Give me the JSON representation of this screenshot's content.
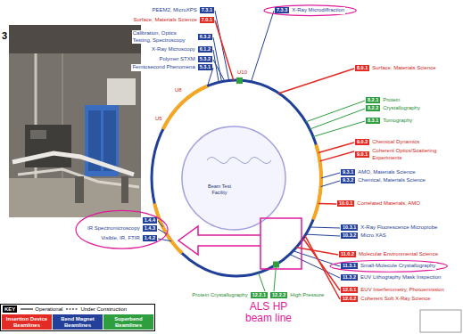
{
  "diagram": {
    "nodes": [
      {
        "text": [
          "PEEM2, MicroXPS",
          "7.3.1"
        ]
      },
      {
        "text": [
          "Surface, Materials Science",
          "7.0.1"
        ]
      },
      {
        "text": [
          "7.3.3",
          "X-Ray Microdiffraction"
        ]
      },
      {
        "text": [
          "Calibration, Optics Testing, Spectroscopy",
          "6.3.2"
        ]
      },
      {
        "text": [
          "X-Ray Microscopy",
          "6.1.2"
        ]
      },
      {
        "text": [
          "Polymer STXM",
          "5.3.2"
        ]
      },
      {
        "text": [
          "Femtosecond Phenomena",
          "5.3.1"
        ]
      },
      {
        "text": [
          "8.0.1",
          "Surface, Materials Science"
        ]
      },
      {
        "text": [
          "8.2.1",
          "Protein"
        ]
      },
      {
        "text": [
          "8.2.2",
          "Crystallography"
        ]
      },
      {
        "text": [
          "8.3.1",
          "Tomography"
        ]
      },
      {
        "text": [
          "9.0.2",
          "Chemical Dynamics"
        ]
      },
      {
        "text": [
          "9.0.1",
          "Coherent Optics/Scattering Experiments"
        ]
      },
      {
        "text": [
          "9.3.1",
          "AMO, Materials Science"
        ]
      },
      {
        "text": [
          "9.3.2",
          "Chemical, Materials Science"
        ]
      },
      {
        "text": [
          "10.0.1",
          "Correlated Materials, AMO"
        ]
      },
      {
        "text": [
          "10.3.1",
          "X-Ray Fluorescence Microprobe"
        ]
      },
      {
        "text": [
          "10.3.2",
          "Micro XAS"
        ]
      },
      {
        "text": [
          "11.0.2",
          "Molecular Environmental Science"
        ]
      },
      {
        "text": [
          "11.3.1",
          "Small-Molecule Crystallography"
        ]
      },
      {
        "text": [
          "11.3.2",
          "EUV Lithography Mask Inspection"
        ]
      },
      {
        "text": [
          "12.0.1",
          "EUV Interferometry, Photoemission"
        ]
      },
      {
        "text": [
          "12.0.2",
          "Coherent Soft X-Ray Science"
        ]
      },
      {
        "text": [
          "1.4.4"
        ]
      },
      {
        "text": [
          "IR Spectromicroscopy",
          "1.4.3"
        ]
      },
      {
        "text": [
          "Visible, IR, FTIR",
          "1.4.2"
        ]
      },
      {
        "text": [
          "Protein Crystallography",
          "12.2.1"
        ]
      },
      {
        "text": [
          "12.2.2",
          "High Pressure"
        ]
      }
    ],
    "labels": [
      "3",
      "U5",
      "U8",
      "U10",
      "Beam Test Facility",
      "ALS HP beam line",
      "KEY"
    ],
    "legend": [
      {
        "text": "Operational"
      },
      {
        "text": "Under Construction"
      },
      {
        "text": "Insertion Device Beamlines",
        "color": "#e32b24"
      },
      {
        "text": "Bend Magnet Beamlines",
        "color": "#23409a"
      },
      {
        "text": "Superbend Beamlines",
        "color": "#2e9e3e"
      }
    ]
  }
}
